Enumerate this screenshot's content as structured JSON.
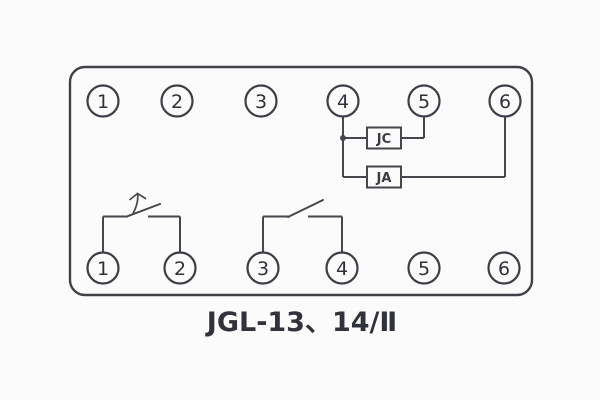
{
  "title": "JGL-13、14/Ⅱ",
  "diagram": {
    "kind": "relay-terminal-wiring-diagram",
    "terminals": {
      "top_row": [
        "1",
        "2",
        "3",
        "4",
        "5",
        "6"
      ],
      "bottom_row": [
        "1",
        "2",
        "3",
        "4",
        "5",
        "6"
      ]
    },
    "components": [
      {
        "label": "JC",
        "between": [
          "top-4",
          "top-5"
        ]
      },
      {
        "label": "JA",
        "between": [
          "top-4",
          "top-6"
        ]
      }
    ],
    "contacts": [
      {
        "type": "normally-open-with-arrow",
        "between": [
          "bottom-1",
          "bottom-2"
        ]
      },
      {
        "type": "normally-open",
        "between": [
          "bottom-3",
          "bottom-4"
        ]
      }
    ],
    "colors": {
      "line": "#46464c",
      "text": "#30303a",
      "background": "#fbfbfb"
    }
  }
}
